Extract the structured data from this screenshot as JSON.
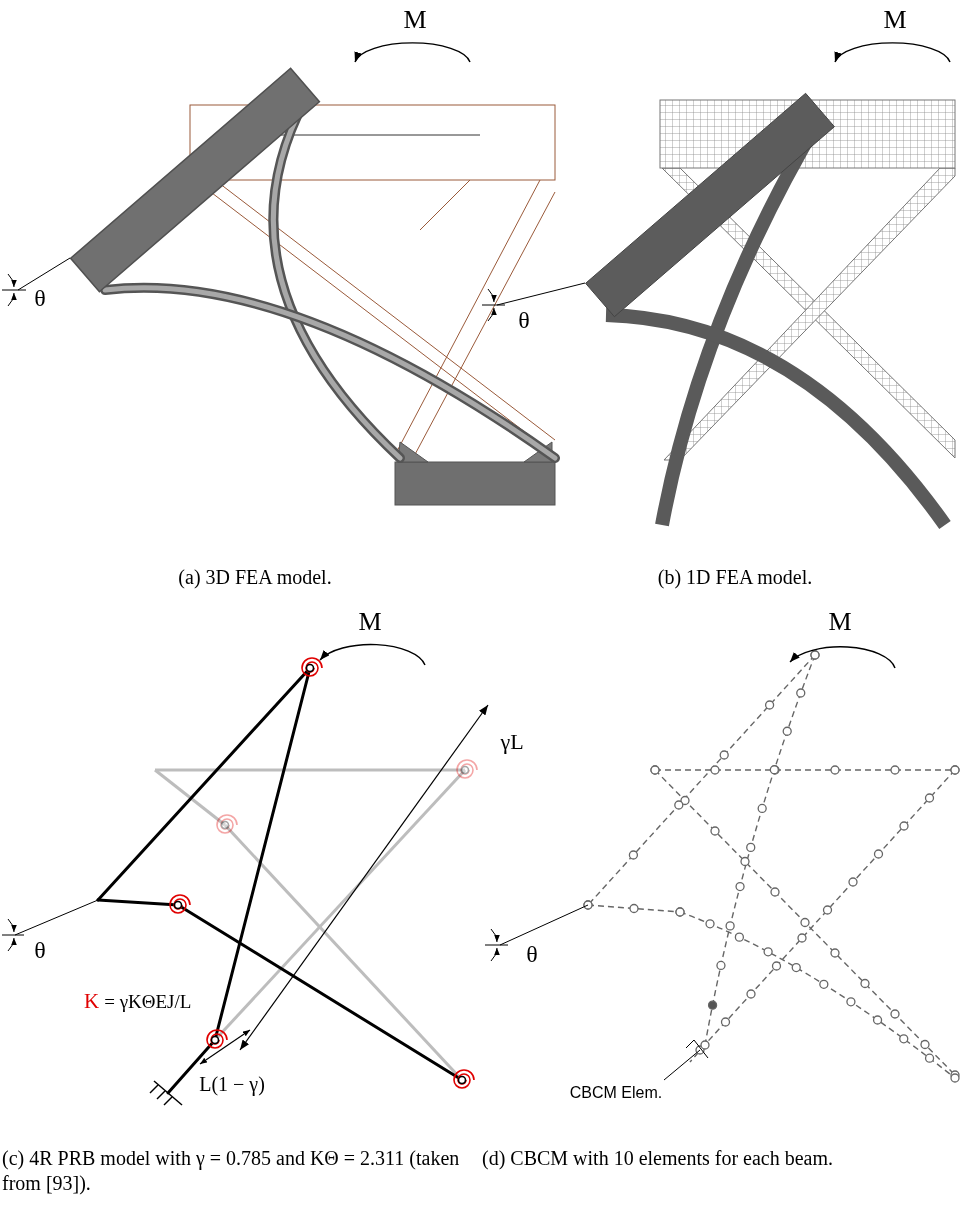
{
  "diagram": {
    "labels": [
      "M",
      "θ",
      "M",
      "θ",
      "(a) 3D FEA model.",
      "(b) 1D FEA model.",
      "M",
      "θ",
      "γL",
      "K",
      "= γKΘEJ/L",
      "L(1 − γ)",
      "M",
      "θ",
      "CBCM Elem.",
      "(c) 4R PRB model with γ = 0.785 and KΘ = 2.311 (taken from [93]).",
      "(d) CBCM with 10 elements for each beam."
    ]
  }
}
